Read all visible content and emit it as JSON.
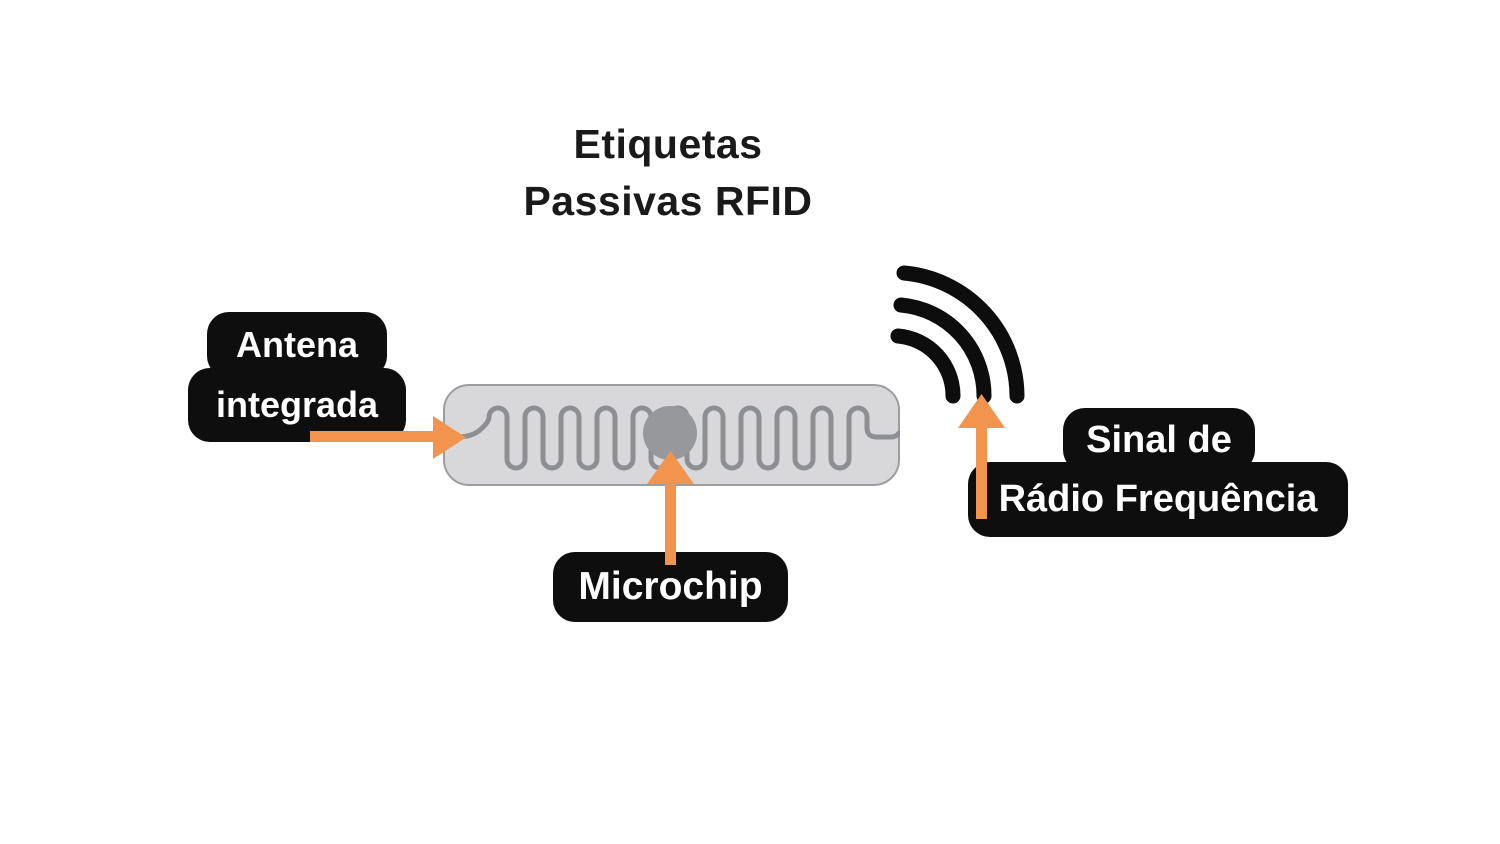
{
  "title": {
    "line1": "Etiquetas",
    "line2": "Passivas RFID"
  },
  "labels": {
    "antenna": {
      "line1": "Antena",
      "line2": "integrada"
    },
    "microchip": "Microchip",
    "signal": {
      "line1": "Sinal de",
      "line2": "Rádio Frequência"
    }
  },
  "icons": [
    {
      "name": "rfid-tag-graphic",
      "meaning": "passive RFID tag with meander antenna trace and central microchip dot"
    },
    {
      "name": "radio-waves-icon",
      "meaning": "three arcs of emitted radio-frequency signal"
    },
    {
      "name": "arrow-right-icon",
      "meaning": "orange callout arrow from antenna label to tag"
    },
    {
      "name": "arrow-up-icon",
      "meaning": "orange callout arrows from microchip and signal labels"
    }
  ],
  "colors": {
    "background": "#ffffff",
    "title_text": "#1a1a1a",
    "label_bg": "#0e0e0e",
    "label_text": "#ffffff",
    "arrow_orange": "#f2934e",
    "tag_fill": "#d8d8da",
    "tag_border": "#9d9da0",
    "antenna_trace": "#8d8f92",
    "chip_gray": "#96989b",
    "signal_arcs": "#0d0d0d"
  }
}
